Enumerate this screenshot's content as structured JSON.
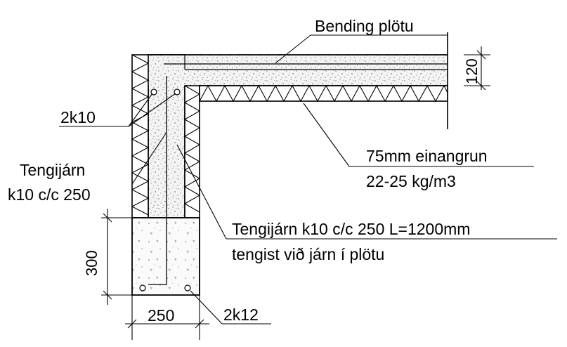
{
  "labels": {
    "bending": "Bending plötu",
    "slab_thickness": "120",
    "bars_top": "2k10",
    "dowel_left_line1": "Tengijárn",
    "dowel_left_line2": "k10 c/c 250",
    "insulation_line1": "75mm einangrun",
    "insulation_line2": "22-25 kg/m3",
    "dowel_right_line1": "Tengijárn k10 c/c 250 L=1200mm",
    "dowel_right_line2": "tengist við járn í plötu",
    "footing_height": "300",
    "footing_width": "250",
    "bars_bottom": "2k12"
  },
  "colors": {
    "line": "#000000",
    "background": "#ffffff",
    "concrete_dots": "#7a7a7a"
  }
}
